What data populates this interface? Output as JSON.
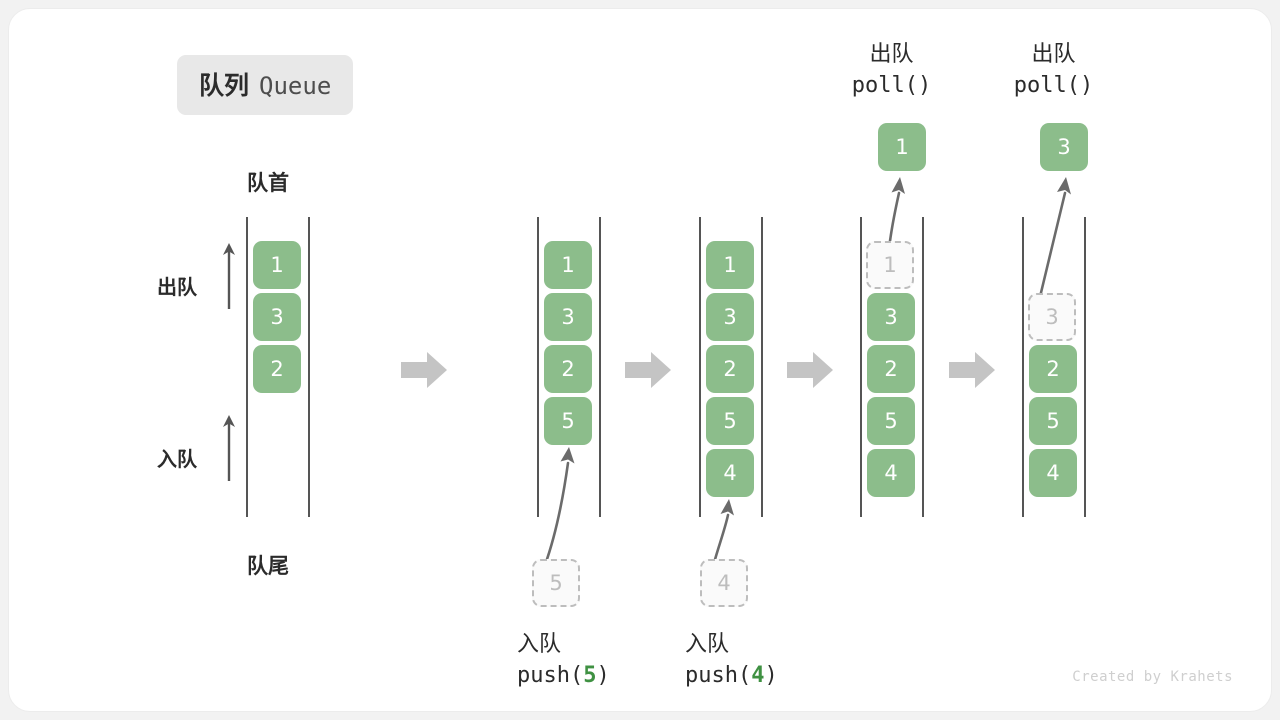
{
  "title": {
    "cn": "队列",
    "en": "Queue"
  },
  "labels": {
    "head": "队首",
    "tail": "队尾",
    "dequeue": "出队",
    "enqueue": "入队"
  },
  "watermark": "Created by Krahets",
  "colors": {
    "cell_fill": "#8cbd8b",
    "cell_text": "#ffffff",
    "ghost_border": "#bdbdbd",
    "ghost_text": "#bdbdbd",
    "rail": "#555555",
    "arrow": "#6b6b6b",
    "step_arrow": "#c4c4c4",
    "badge_bg": "#e8e8e8",
    "code_num": "#3f9142"
  },
  "columns": [
    {
      "id": "col-initial",
      "cells": [
        "1",
        "3",
        "2"
      ],
      "ghosts": [],
      "top_label": null,
      "bottom_label": null
    },
    {
      "id": "col-push-5",
      "cells": [
        "1",
        "3",
        "2",
        "5"
      ],
      "ghosts": [],
      "top_label": null,
      "bottom_label": {
        "cn": "入队",
        "code_prefix": "push(",
        "code_num": "5",
        "code_suffix": ")",
        "ghost_value": "5"
      }
    },
    {
      "id": "col-push-4",
      "cells": [
        "1",
        "3",
        "2",
        "5",
        "4"
      ],
      "ghosts": [],
      "top_label": null,
      "bottom_label": {
        "cn": "入队",
        "code_prefix": "push(",
        "code_num": "4",
        "code_suffix": ")",
        "ghost_value": "4"
      }
    },
    {
      "id": "col-poll-1",
      "cells": [
        "3",
        "2",
        "5",
        "4"
      ],
      "ghosts": [
        "1"
      ],
      "top_label": {
        "cn": "出队",
        "code": "poll()",
        "popped": "1"
      },
      "bottom_label": null
    },
    {
      "id": "col-poll-3",
      "cells": [
        "2",
        "5",
        "4"
      ],
      "ghosts": [
        "3"
      ],
      "top_label": {
        "cn": "出队",
        "code": "poll()",
        "popped": "3"
      },
      "bottom_label": null
    }
  ],
  "step_arrows": [
    {
      "name": "step-arrow-1"
    },
    {
      "name": "step-arrow-2"
    },
    {
      "name": "step-arrow-3"
    },
    {
      "name": "step-arrow-4"
    }
  ]
}
